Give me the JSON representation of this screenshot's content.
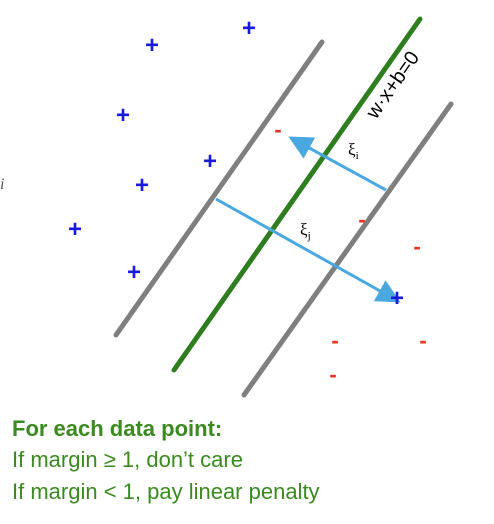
{
  "diagram": {
    "boundary_label": "w·x+b=0",
    "slack_i_base": "ξ",
    "slack_i_sub": "i",
    "slack_j_base": "ξ",
    "slack_j_sub": "j",
    "edge_fragment": "i",
    "plus_symbol": "+",
    "minus_symbol": "-",
    "colors": {
      "boundary": "#2e7d1e",
      "margin": "#7f7f7f",
      "slack_arrow": "#4aa8e0",
      "positive": "#1a1adc",
      "negative": "#e8321e",
      "label": "#000000"
    }
  },
  "caption": {
    "heading": "For each data point:",
    "line1": "If margin ≥ 1, don’t care",
    "line2": "If margin < 1, pay linear penalty"
  }
}
